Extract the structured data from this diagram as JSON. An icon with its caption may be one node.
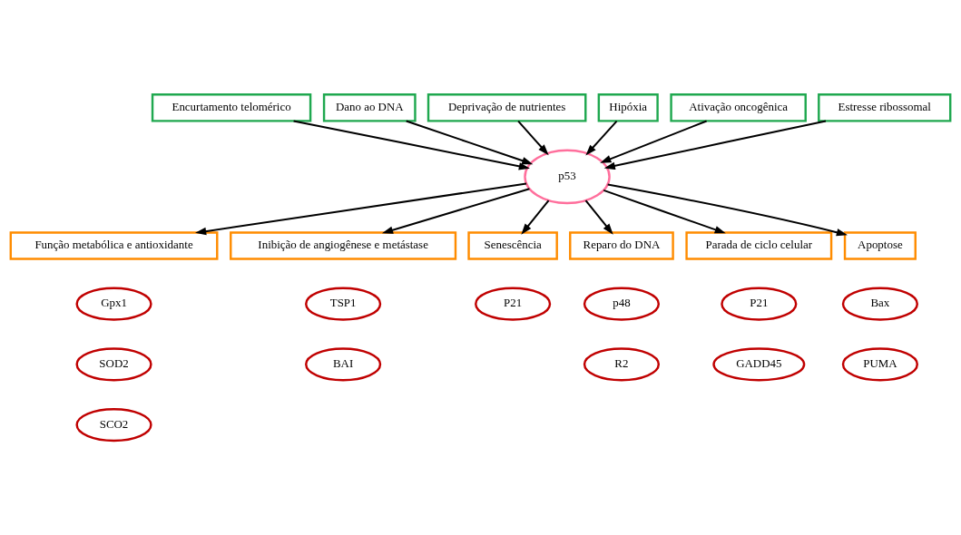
{
  "diagram": {
    "nodes": [
      {
        "text": [
          "Encurtamento telomérico"
        ]
      },
      {
        "text": [
          "Dano ao DNA"
        ]
      },
      {
        "text": [
          "Deprivação de nutrientes"
        ]
      },
      {
        "text": [
          "Hipóxia"
        ]
      },
      {
        "text": [
          "Ativação oncogênica"
        ]
      },
      {
        "text": [
          "Estresse ribossomal"
        ]
      },
      {
        "text": [
          "p53"
        ]
      },
      {
        "text": [
          "Função metabólica e antioxidante"
        ]
      },
      {
        "text": [
          "Inibição de angiogênese e metástase"
        ]
      },
      {
        "text": [
          "Senescência"
        ]
      },
      {
        "text": [
          "Reparo do DNA"
        ]
      },
      {
        "text": [
          "Parada de ciclo celular"
        ]
      },
      {
        "text": [
          "Apoptose"
        ]
      },
      {
        "text": [
          "Gpx1"
        ]
      },
      {
        "text": [
          "TSP1"
        ]
      },
      {
        "text": [
          "SOD2"
        ]
      },
      {
        "text": [
          "P21"
        ]
      },
      {
        "text": [
          "p48"
        ]
      },
      {
        "text": [
          "P21"
        ]
      },
      {
        "text": [
          "Bax"
        ]
      },
      {
        "text": [
          "BAI"
        ]
      },
      {
        "text": [
          "SCO2"
        ]
      },
      {
        "text": [
          "R2"
        ]
      },
      {
        "text": [
          "GADD45"
        ]
      },
      {
        "text": [
          "PUMA"
        ]
      }
    ],
    "edges": [
      {
        "from": 0,
        "to": 6,
        "arrow": "to"
      },
      {
        "from": 1,
        "to": 6,
        "arrow": "to"
      },
      {
        "from": 2,
        "to": 6,
        "arrow": "to"
      },
      {
        "from": 3,
        "to": 6,
        "arrow": "to"
      },
      {
        "from": 4,
        "to": 6,
        "arrow": "to"
      },
      {
        "from": 5,
        "to": 6,
        "arrow": "to"
      },
      {
        "from": 6,
        "to": 7,
        "arrow": "to"
      },
      {
        "from": 6,
        "to": 9,
        "arrow": "to"
      },
      {
        "from": 6,
        "to": 10,
        "arrow": "to"
      },
      {
        "from": 6,
        "to": 11,
        "arrow": "to"
      },
      {
        "from": 6,
        "to": 12,
        "arrow": "to"
      },
      {
        "from": 6,
        "to": 8,
        "arrow": "to"
      }
    ]
  }
}
